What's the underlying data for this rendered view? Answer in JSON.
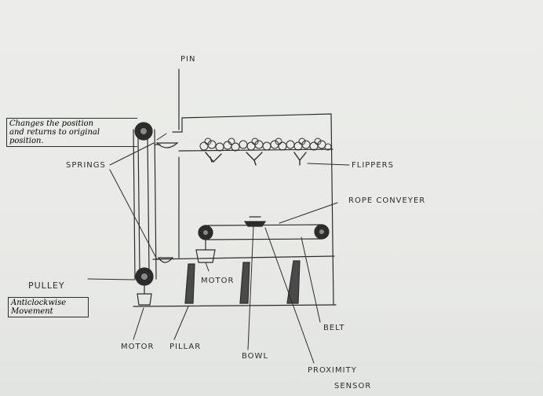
{
  "labels": {
    "pin": "PIN",
    "note_top": [
      "Changes the position",
      "and returns to original",
      "position."
    ],
    "springs": "SPRINGS",
    "flippers": "FLIPPERS",
    "rope_conveyer": "ROPE CONVEYER",
    "motor_center": "MOTOR",
    "pulley": "PULLEY",
    "note_bottom": [
      "Anticlockwise",
      "Movement"
    ],
    "motor_left": "MOTOR",
    "pillar": "PILLAR",
    "bowl": "BOWL",
    "belt": "BELT",
    "proximity_sensor": [
      "PROXIMITY",
      "SENSOR"
    ]
  },
  "colors": {
    "ink": "#2c2c2c",
    "paper": "#ecedea",
    "background": "#6f7a76"
  }
}
